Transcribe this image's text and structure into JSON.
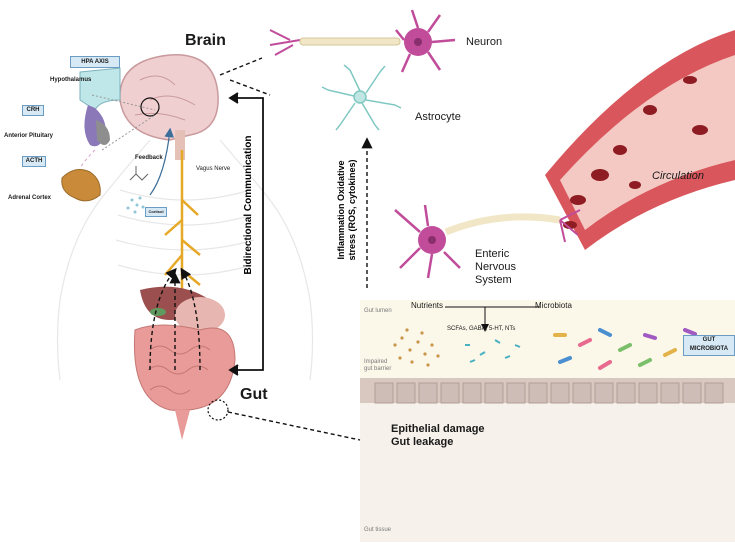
{
  "labels": {
    "brain": "Brain",
    "gut": "Gut",
    "hpa_axis": "HPA AXIS",
    "hypothalamus": "Hypothalamus",
    "crh": "CRH",
    "anterior_pituitary": "Anterior Pituitary",
    "acth": "ACTH",
    "adrenal_cortex": "Adrenal Cortex",
    "cortisol": "Cortisol",
    "feedback": "Feedback",
    "vagus_nerve": "Vagus Nerve",
    "bidirectional": "Bidirectional Communication",
    "neuron": "Neuron",
    "astrocyte": "Astrocyte",
    "inflammation_line1": "Inflammation Oxidative",
    "inflammation_line2": "stress (ROS, cytokines)",
    "circulation": "Circulation",
    "enteric_line1": "Enteric",
    "enteric_line2": "Nervous",
    "enteric_line3": "System",
    "nutrients": "Nutrients",
    "microbiota": "Microbiota",
    "metabolites": "SCFAs, GABA, 5-HT, NTs",
    "gut_microbiota_line1": "GUT",
    "gut_microbiota_line2": "MICROBIOTA",
    "gut_lumen": "Gut lumen",
    "impaired_line1": "Impaired",
    "impaired_line2": "gut barrier",
    "epithelial_damage": "Epithelial damage",
    "gut_leakage": "Gut leakage",
    "gut_tissue": "Gut tissue"
  },
  "colors": {
    "neuron": "#c04c9a",
    "astrocyte": "#7fc8c2",
    "vessel": "#d9575c",
    "vessel_inner": "#f4c9c4",
    "rbc": "#8e1c22",
    "vagus": "#e6a827",
    "organ_brain": "#f0cfd0",
    "gut_pink": "#e89b98",
    "liver": "#9c4f4f",
    "barrier_cell": "#cdbdb6",
    "adrenal": "#c98a3a"
  },
  "icons": {
    "neuron": "neuron-icon",
    "astrocyte": "astrocyte-icon",
    "brain": "brain-icon",
    "gut": "intestine-icon"
  }
}
